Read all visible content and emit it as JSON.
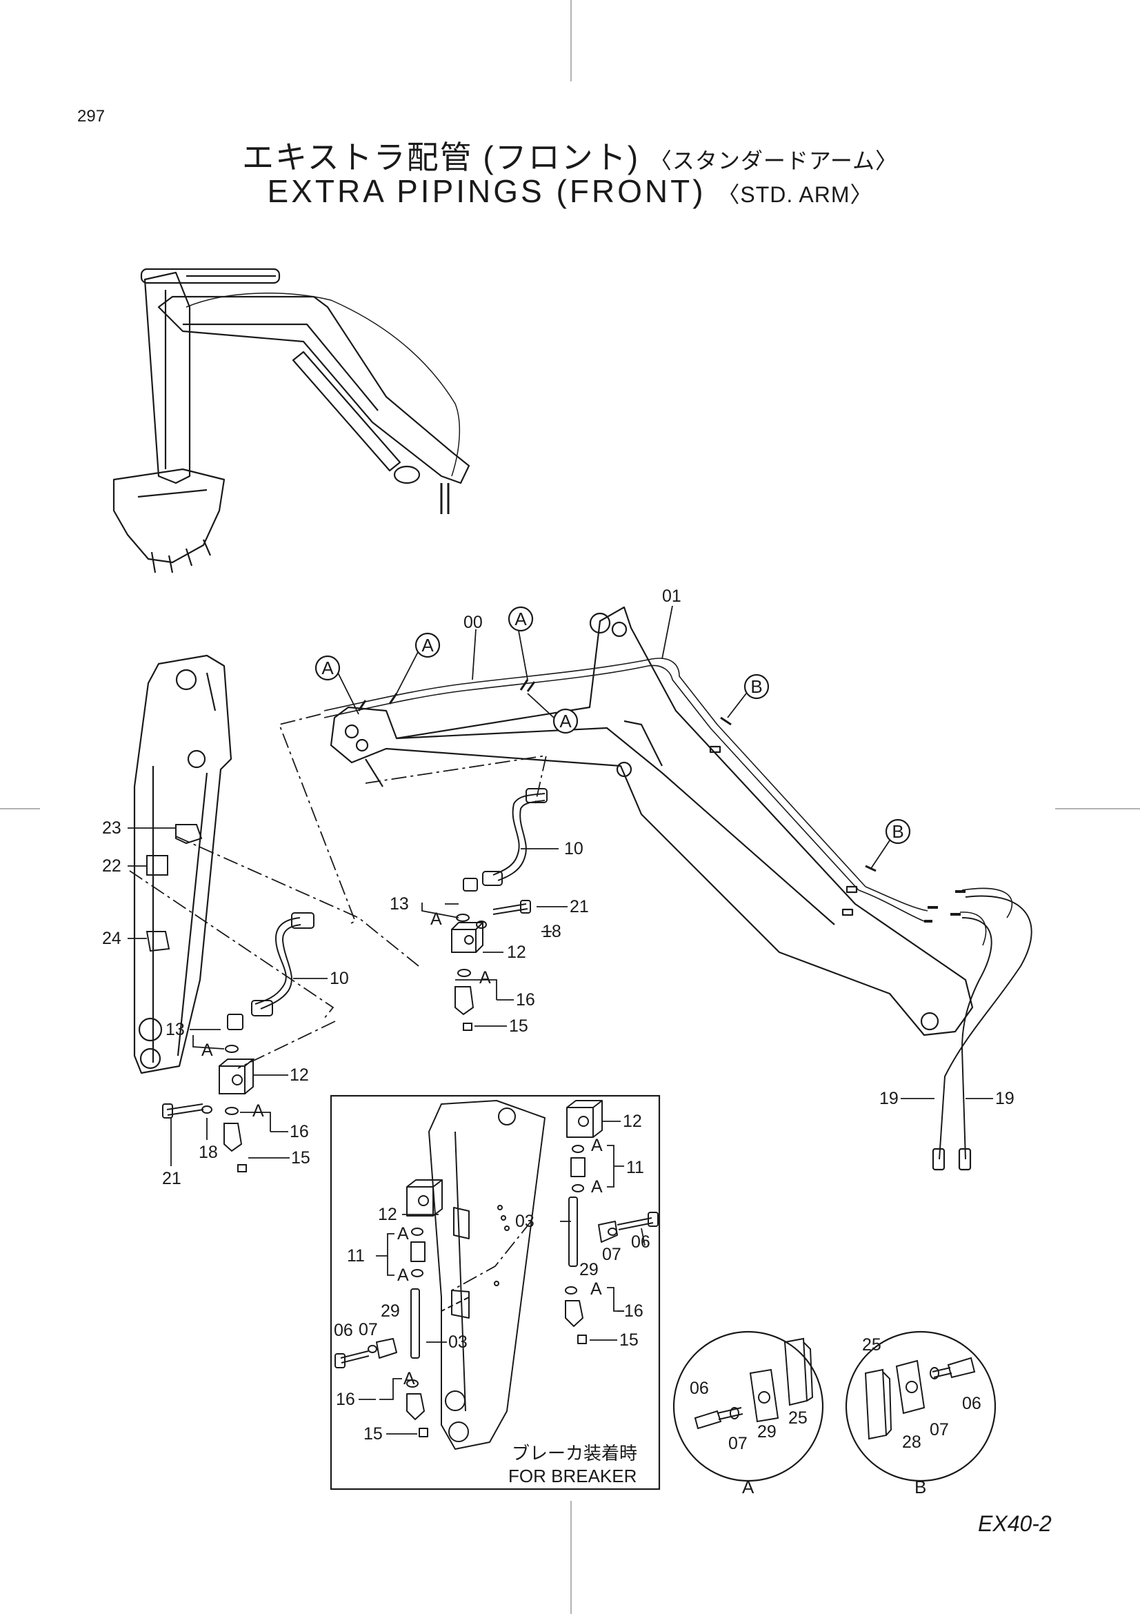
{
  "page": {
    "number": "297",
    "title_jp": "エキストラ配管 (フロント)",
    "title_jp_sub": "〈スタンダードアーム〉",
    "title_en": "EXTRA PIPINGS (FRONT)",
    "title_en_sub": "〈STD. ARM〉",
    "model": "EX40-2"
  },
  "inset": {
    "caption_jp": "ブレーカ装着時",
    "caption_en": "FOR BREAKER"
  },
  "details": {
    "a_label": "A",
    "b_label": "B"
  },
  "markers": {
    "a": "A",
    "b": "B"
  },
  "callouts": {
    "c00": "00",
    "c01": "01",
    "c03": "03",
    "c06": "06",
    "c07": "07",
    "c10": "10",
    "c11": "11",
    "c12": "12",
    "c13": "13",
    "c15": "15",
    "c16": "16",
    "c18": "18",
    "c19": "19",
    "c21": "21",
    "c22": "22",
    "c23": "23",
    "c24": "24",
    "c25": "25",
    "c28": "28",
    "c29": "29"
  }
}
